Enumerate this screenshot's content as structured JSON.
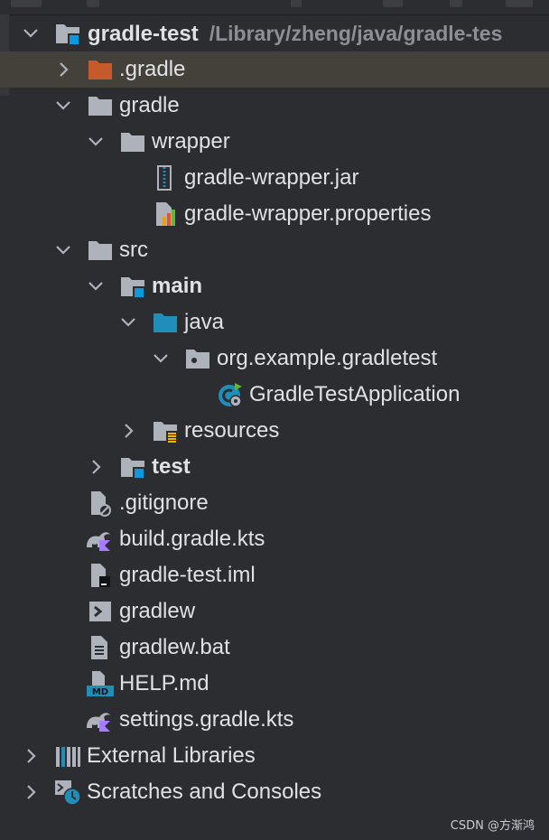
{
  "project": {
    "name": "gradle-test",
    "path": "/Library/zheng/java/gradle-tes"
  },
  "tree": {
    "dot_gradle": ".gradle",
    "gradle": "gradle",
    "wrapper": "wrapper",
    "wrapper_jar": "gradle-wrapper.jar",
    "wrapper_props": "gradle-wrapper.properties",
    "src": "src",
    "main": "main",
    "java": "java",
    "package": "org.example.gradletest",
    "app_class": "GradleTestApplication",
    "resources": "resources",
    "test": "test",
    "gitignore": ".gitignore",
    "build_gradle": "build.gradle.kts",
    "iml": "gradle-test.iml",
    "gradlew": "gradlew",
    "gradlew_bat": "gradlew.bat",
    "help": "HELP.md",
    "settings_gradle": "settings.gradle.kts",
    "external_libs": "External Libraries",
    "scratches": "Scratches and Consoles"
  },
  "icons": {
    "chevron_down": "chevron-down-icon",
    "chevron_right": "chevron-right-icon",
    "folder": "folder-icon",
    "module_folder": "module-folder-icon",
    "source_folder": "source-folder-icon",
    "package": "package-icon",
    "jar": "jar-icon",
    "properties": "properties-icon",
    "spring_class": "spring-boot-class-icon",
    "resources_folder": "resources-folder-icon",
    "gitignore": "gitignore-icon",
    "gradle_kts": "gradle-kts-icon",
    "iml": "iml-icon",
    "shell": "shell-script-icon",
    "text_file": "text-file-icon",
    "markdown": "markdown-icon",
    "libraries": "libraries-icon",
    "scratches": "scratches-icon"
  },
  "colors": {
    "background": "#2b2d30",
    "selected_row": "#43413a",
    "text": "#dfe1e5",
    "path_text": "#8c8f94",
    "folder": "#aeb3bb",
    "excluded_folder": "#c75a2d",
    "source_folder": "#1f8eb8",
    "module_badge": "#0d99e0",
    "kotlin": "#a97bff",
    "spring": "#5fb83b"
  },
  "watermark": "CSDN @方渐鸿"
}
